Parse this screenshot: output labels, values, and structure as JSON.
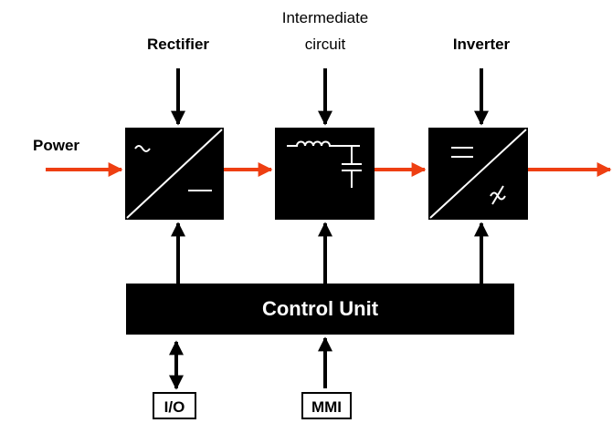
{
  "labels": {
    "power": "Power",
    "rectifier": "Rectifier",
    "intermediate_line1": "Intermediate",
    "intermediate_line2": "circuit",
    "inverter": "Inverter",
    "control_unit": "Control Unit",
    "io": "I/O",
    "mmi": "MMI"
  },
  "colors": {
    "power_arrow": "#ee3f12",
    "block_fill": "#000000",
    "symbol": "#ffffff"
  }
}
